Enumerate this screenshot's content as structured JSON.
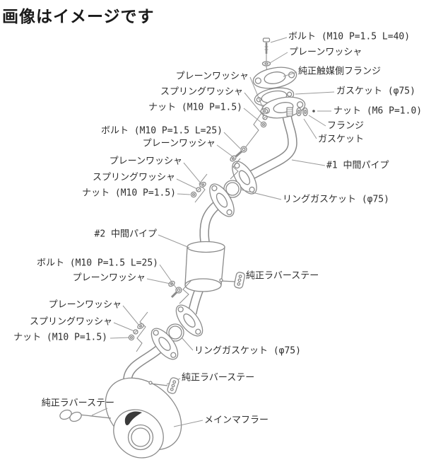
{
  "title": "画像はイメージです",
  "colors": {
    "art_line": "#8a8a8a",
    "leader_line": "#9a9a9a",
    "text": "#2e2e2e",
    "emblem": "#3a3a3a",
    "background": "#ffffff"
  },
  "labels": [
    {
      "text": "ボルト (M10 P=1.5 L=40)"
    },
    {
      "text": "プレーンワッシャ"
    },
    {
      "text": "純正触媒側フランジ"
    },
    {
      "text": "ガスケット (φ75)"
    },
    {
      "text": "ナット (M6 P=1.0)"
    },
    {
      "text": "フランジ"
    },
    {
      "text": "ガスケット"
    },
    {
      "text": "プレーンワッシャ"
    },
    {
      "text": "スプリングワッシャ"
    },
    {
      "text": "ナット (M10 P=1.5)"
    },
    {
      "text": "ボルト (M10 P=1.5 L=25)"
    },
    {
      "text": "プレーンワッシャ"
    },
    {
      "text": "プレーンワッシャ"
    },
    {
      "text": "スプリングワッシャ"
    },
    {
      "text": "ナット (M10 P=1.5)"
    },
    {
      "text": "#1 中間パイプ"
    },
    {
      "text": "リングガスケット (φ75)"
    },
    {
      "text": "#2 中間パイプ"
    },
    {
      "text": "ボルト (M10 P=1.5 L=25)"
    },
    {
      "text": "プレーンワッシャ"
    },
    {
      "text": "純正ラバーステー"
    },
    {
      "text": "プレーンワッシャ"
    },
    {
      "text": "スプリングワッシャ"
    },
    {
      "text": "ナット (M10 P=1.5)"
    },
    {
      "text": "リングガスケット (φ75)"
    },
    {
      "text": "純正ラバーステー"
    },
    {
      "text": "純正ラバーステー"
    },
    {
      "text": "メインマフラー"
    }
  ]
}
